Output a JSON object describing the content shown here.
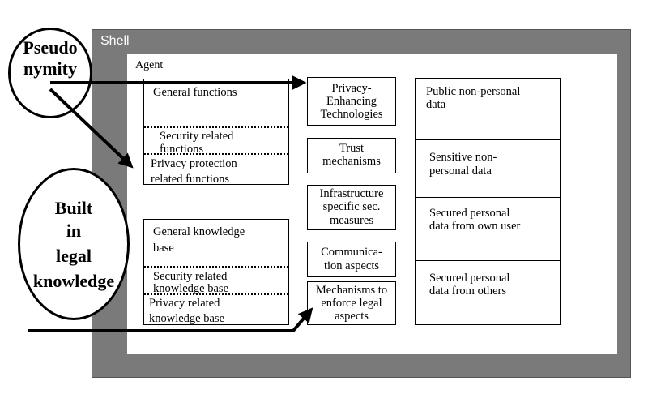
{
  "shell": {
    "label": "Shell"
  },
  "agent": {
    "label": "Agent"
  },
  "functions_box": {
    "general": "General functions",
    "security_line1": "Security related",
    "security_line2": "functions",
    "privacy_line1": "Privacy protection",
    "privacy_line2": "related functions"
  },
  "knowledge_box": {
    "general_line1": "General knowledge",
    "general_line2": "base",
    "security_line1": "Security related",
    "security_line2": "knowledge base",
    "privacy_line1": "Privacy related",
    "privacy_line2": "knowledge base"
  },
  "middle_boxes": {
    "pet_line1": "Privacy-",
    "pet_line2": "Enhancing",
    "pet_line3": "Technologies",
    "trust_line1": "Trust",
    "trust_line2": "mechanisms",
    "infra_line1": "Infrastructure",
    "infra_line2": "specific sec.",
    "infra_line3": "measures",
    "comm_line1": "Communica-",
    "comm_line2": "tion aspects",
    "legal_line1": "Mechanisms to",
    "legal_line2": "enforce legal",
    "legal_line3": "aspects"
  },
  "data_box": {
    "row1_line1": "Public non-personal",
    "row1_line2": "data",
    "row2_line1": "Sensitive non-",
    "row2_line2": "personal data",
    "row3_line1": "Secured personal",
    "row3_line2": "data from own user",
    "row4_line1": "Secured personal",
    "row4_line2": "data from others"
  },
  "ellipses": {
    "pseudonymity_line1": "Pseudo",
    "pseudonymity_line2": "nymity",
    "legal_line1": "Built",
    "legal_line2": "in",
    "legal_line3": "legal",
    "legal_line4": "knowledge"
  }
}
